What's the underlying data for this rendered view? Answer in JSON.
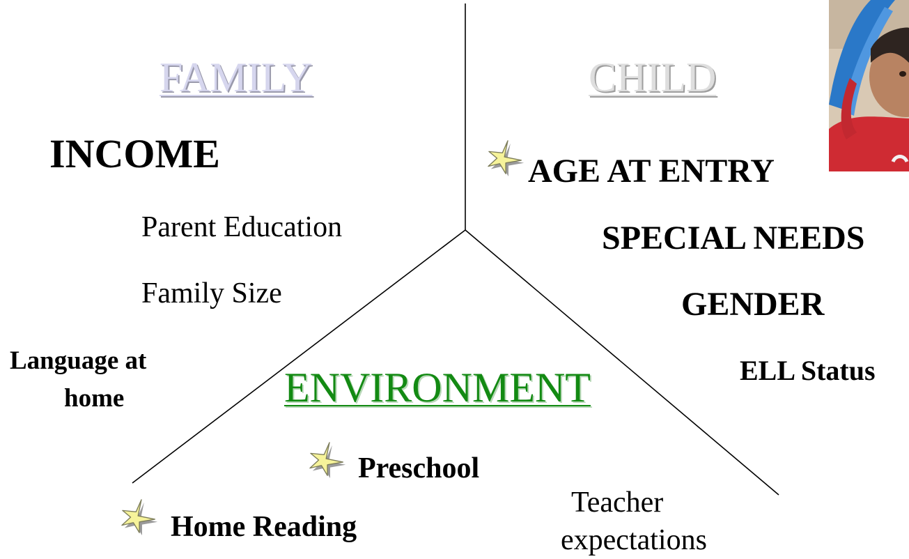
{
  "sections": {
    "family": "FAMILY",
    "child": "CHILD",
    "environment": "ENVIRONMENT"
  },
  "family_factors": {
    "income": "INCOME",
    "parent_education": "Parent Education",
    "family_size": "Family Size",
    "language_line1": "Language at",
    "language_line2": "home"
  },
  "child_factors": {
    "age_at_entry": "AGE AT ENTRY",
    "special_needs": "SPECIAL NEEDS",
    "gender": "GENDER",
    "ell_status": "ELL Status"
  },
  "environment_factors": {
    "preschool": "Preschool",
    "home_reading": "Home Reading",
    "teacher_line1": "Teacher",
    "teacher_line2": "expectations"
  },
  "colors": {
    "family_heading": "#d6d6ee",
    "child_heading": "#dedede",
    "environment_heading": "#138a13",
    "star_fill": "#f6f39a",
    "star_shadow": "#9a9a9a"
  },
  "icons": {
    "star": "star-icon",
    "photo": "child-photo"
  }
}
